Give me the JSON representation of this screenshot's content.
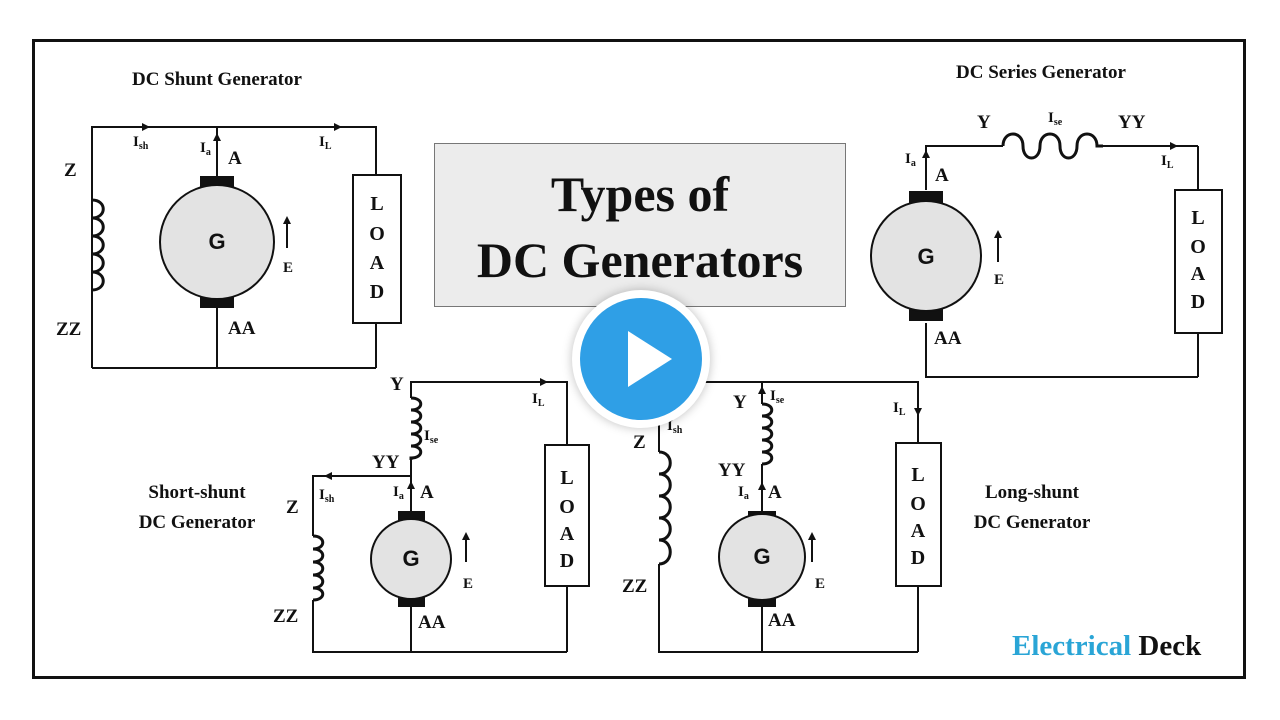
{
  "title": {
    "line1": "Types of",
    "line2": "DC Generators"
  },
  "brand": {
    "part1": "Electrical",
    "part2": " Deck",
    "part1_color": "#2aa5d6",
    "part2_color": "#111111"
  },
  "play_button": {
    "icon": "play-icon",
    "color": "#2f9fe6"
  },
  "generator_letter": "G",
  "load_letters": [
    "L",
    "O",
    "A",
    "D"
  ],
  "shunt": {
    "heading": "DC Shunt Generator",
    "Z": "Z",
    "ZZ": "ZZ",
    "A": "A",
    "AA": "AA",
    "E": "E",
    "I_sh": {
      "main": "I",
      "sub": "sh"
    },
    "I_a": {
      "main": "I",
      "sub": "a"
    },
    "I_L": {
      "main": "I",
      "sub": "L"
    }
  },
  "series": {
    "heading": "DC Series Generator",
    "Y": "Y",
    "YY": "YY",
    "A": "A",
    "AA": "AA",
    "E": "E",
    "I_se": {
      "main": "I",
      "sub": "se"
    },
    "I_a": {
      "main": "I",
      "sub": "a"
    },
    "I_L": {
      "main": "I",
      "sub": "L"
    }
  },
  "short_shunt": {
    "caption_line1": "Short-shunt",
    "caption_line2": "DC Generator",
    "Y": "Y",
    "YY": "YY",
    "Z": "Z",
    "ZZ": "ZZ",
    "A": "A",
    "AA": "AA",
    "E": "E",
    "I_se": {
      "main": "I",
      "sub": "se"
    },
    "I_sh": {
      "main": "I",
      "sub": "sh"
    },
    "I_a": {
      "main": "I",
      "sub": "a"
    },
    "I_L": {
      "main": "I",
      "sub": "L"
    }
  },
  "long_shunt": {
    "caption_line1": "Long-shunt",
    "caption_line2": "DC Generator",
    "Y": "Y",
    "YY": "YY",
    "Z": "Z",
    "ZZ": "ZZ",
    "A": "A",
    "AA": "AA",
    "E": "E",
    "I_se": {
      "main": "I",
      "sub": "se"
    },
    "I_sh": {
      "main": "I",
      "sub": "sh"
    },
    "I_a": {
      "main": "I",
      "sub": "a"
    },
    "I_L": {
      "main": "I",
      "sub": "L"
    }
  }
}
